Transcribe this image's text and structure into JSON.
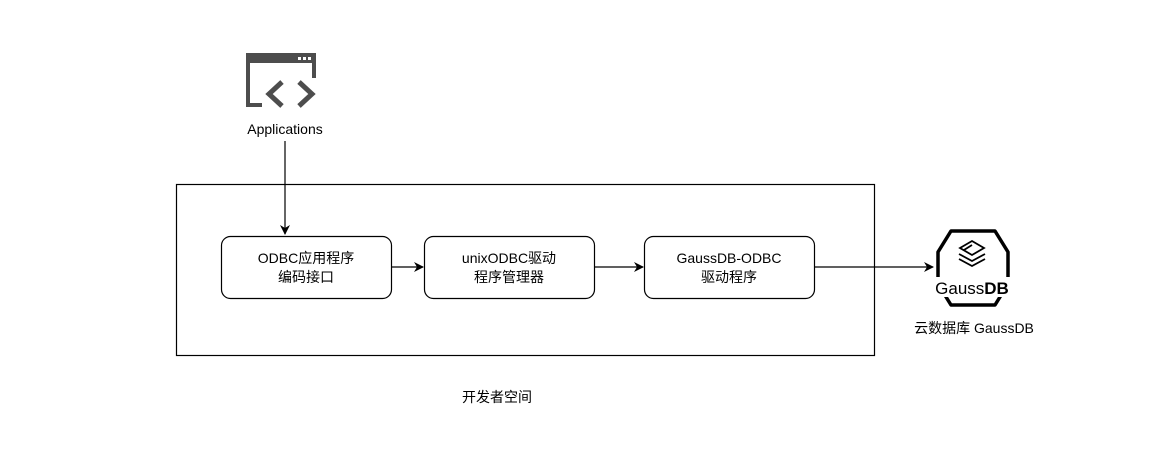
{
  "application": {
    "label": "Applications",
    "icon": "code-window-icon"
  },
  "container": {
    "label": "开发者空间"
  },
  "boxes": [
    {
      "line1": "ODBC应用程序",
      "line2": "编码接口"
    },
    {
      "line1": "unixODBC驱动",
      "line2": "程序管理器"
    },
    {
      "line1": "GaussDB-ODBC",
      "line2": "驱动程序"
    }
  ],
  "database": {
    "label": "云数据库 GaussDB",
    "logo_text_light": "Gauss",
    "logo_text_bold": "DB",
    "icon": "gaussdb-logo-icon"
  },
  "colors": {
    "icon_gray": "#4d4d4d",
    "stroke": "#000000"
  }
}
